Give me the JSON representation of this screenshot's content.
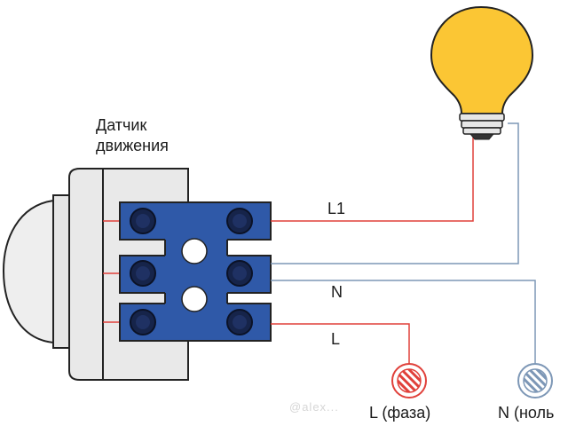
{
  "sensor": {
    "title_line1": "Датчик",
    "title_line2": "движения"
  },
  "wires": {
    "l1_label": "L1",
    "n_label": "N",
    "l_label": "L"
  },
  "terminals": {
    "phase_label": "L (фаза)",
    "neutral_label": "N (ноль"
  },
  "watermark": "@alex..."
}
